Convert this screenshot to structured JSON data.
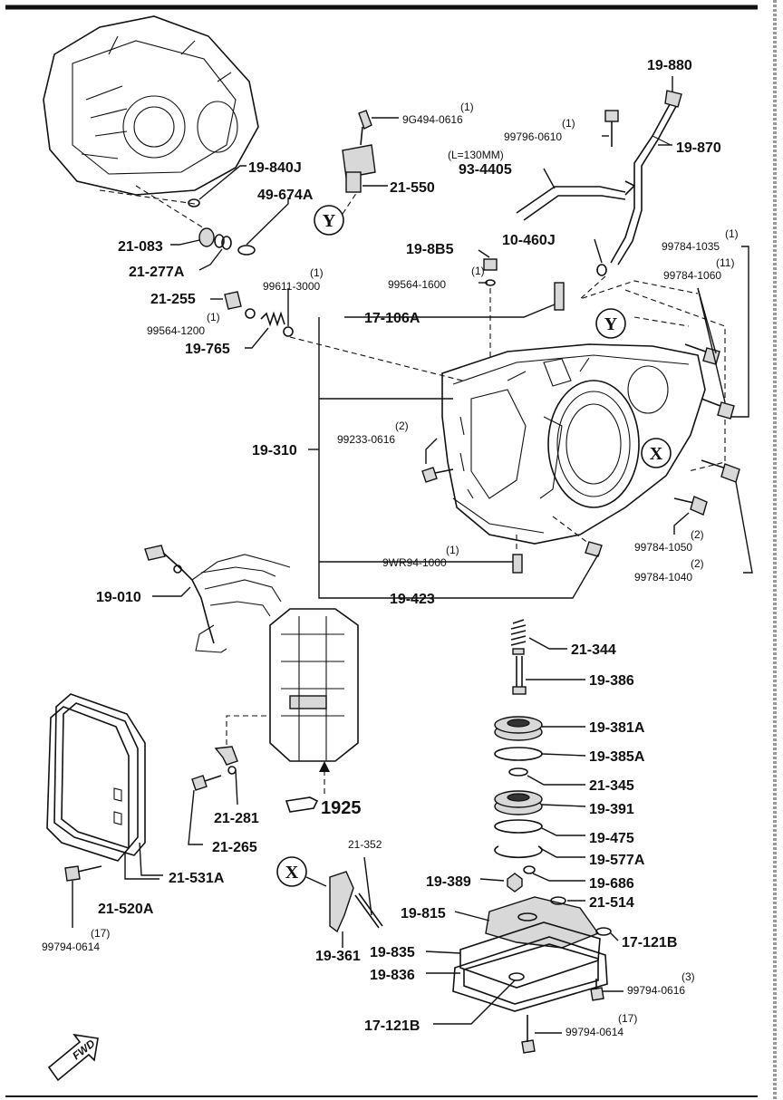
{
  "labels": {
    "p19_880": "19-880",
    "p9g494_qty": "(1)",
    "p9g494": "9G494-0616",
    "p99796_qty": "(1)",
    "p99796": "99796-0610",
    "p19_870": "19-870",
    "len_note": "(L=130MM)",
    "p93_4405": "93-4405",
    "p19_840j": "19-840J",
    "p21_550": "21-550",
    "p49_674a": "49-674A",
    "p21_083": "21-083",
    "p21_277a": "21-277A",
    "p10_460j": "10-460J",
    "p19_8b5": "19-8B5",
    "p99784_1035_qty": "(1)",
    "p99784_1035": "99784-1035",
    "p99564_1600_qty": "(1)",
    "p99564_1600": "99564-1600",
    "p99784_1060_qty": "(11)",
    "p99784_1060": "99784-1060",
    "p21_255": "21-255",
    "p99611_qty": "(1)",
    "p99611": "99611-3000",
    "p99564_1200_qty": "(1)",
    "p99564_1200": "99564-1200",
    "p17_106a": "17-106A",
    "p19_765": "19-765",
    "p99233_qty": "(2)",
    "p99233": "99233-0616",
    "p19_310": "19-310",
    "p99784_1050_qty": "(2)",
    "p99784_1050": "99784-1050",
    "p9wr94_qty": "(1)",
    "p9wr94": "9WR94-1000",
    "p99784_1040_qty": "(2)",
    "p99784_1040": "99784-1040",
    "p19_010": "19-010",
    "p19_423": "19-423",
    "p21_344": "21-344",
    "p19_386": "19-386",
    "p19_381a": "19-381A",
    "p19_385a": "19-385A",
    "p21_345": "21-345",
    "p19_391": "19-391",
    "p21_281": "21-281",
    "p1925": "1925",
    "p19_475": "19-475",
    "p21_265": "21-265",
    "p21_352": "21-352",
    "p19_577a": "19-577A",
    "p21_531a": "21-531A",
    "p19_389": "19-389",
    "p19_686": "19-686",
    "p21_520a": "21-520A",
    "p19_815": "19-815",
    "p21_514": "21-514",
    "p99794_0614_a_qty": "(17)",
    "p99794_0614_a": "99794-0614",
    "p17_121b_a": "17-121B",
    "p19_361": "19-361",
    "p19_835": "19-835",
    "p19_836": "19-836",
    "p99794_0616_qty": "(3)",
    "p99794_0616": "99794-0616",
    "p17_121b_b": "17-121B",
    "p99794_0614_b_qty": "(17)",
    "p99794_0614_b": "99794-0614"
  },
  "callouts": {
    "y": "Y",
    "x": "X"
  },
  "fwd": "FWD"
}
